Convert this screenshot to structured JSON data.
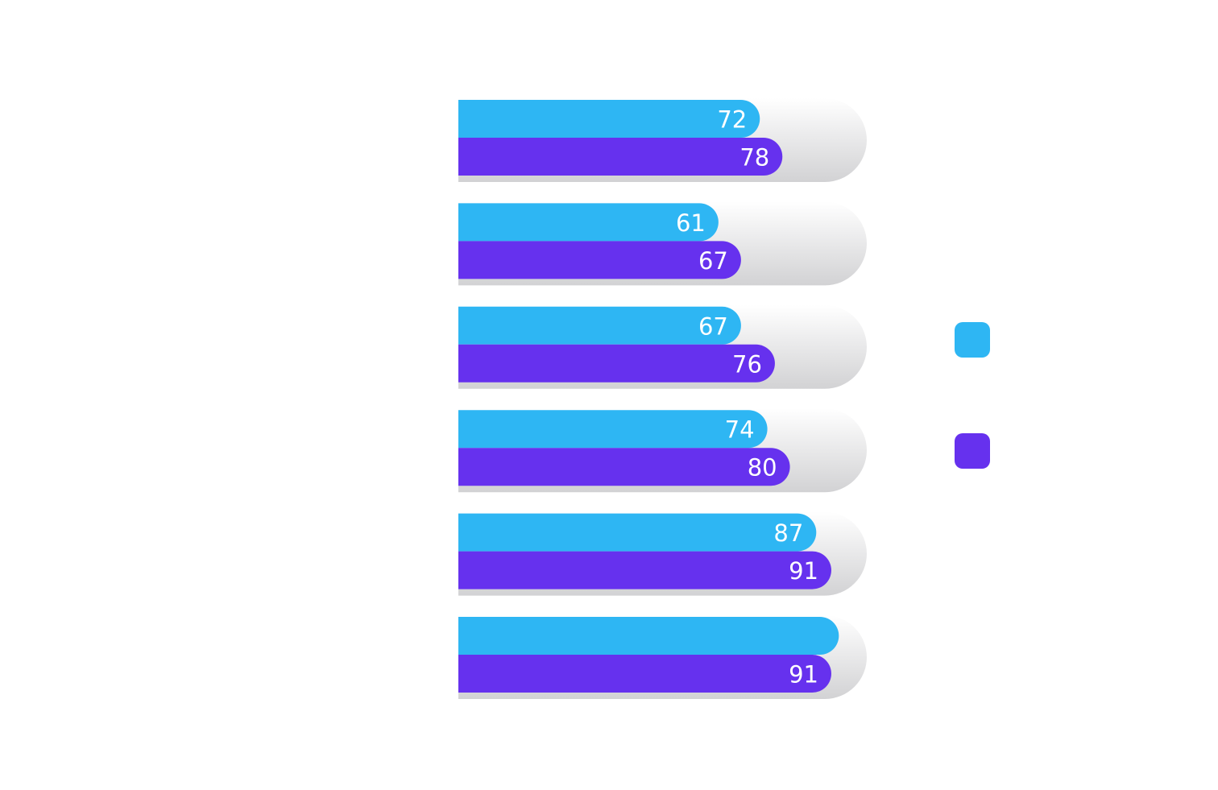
{
  "chart_data": {
    "type": "bar",
    "orientation": "horizontal",
    "title": "",
    "xlabel": "",
    "ylabel": "",
    "categories": [
      "",
      "",
      "",
      "",
      "",
      ""
    ],
    "series": [
      {
        "name": "",
        "color": "#2eb6f3",
        "values": [
          72,
          61,
          67,
          74,
          87,
          93
        ],
        "labels": [
          "72",
          "61",
          "67",
          "74",
          "87",
          ""
        ]
      },
      {
        "name": "",
        "color": "#6631ee",
        "values": [
          78,
          67,
          76,
          80,
          91,
          91
        ],
        "labels": [
          "78",
          "67",
          "76",
          "80",
          "91",
          "91"
        ]
      }
    ],
    "track_max": 100,
    "grid": false,
    "legend": "right"
  },
  "colors": {
    "series1": "#2eb6f3",
    "series2": "#6631ee",
    "track_top": "#ffffff",
    "track_bottom": "#d4d4d6"
  }
}
